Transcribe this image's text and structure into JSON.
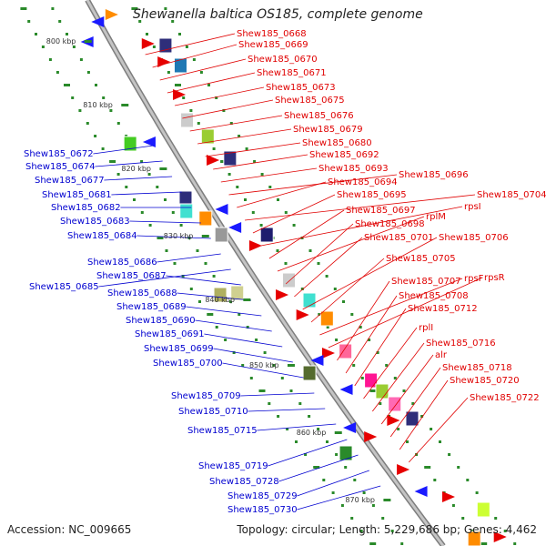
{
  "title": "Shewanella baltica OS185, complete genome",
  "footer": {
    "accession": "Accession: NC_009665",
    "summary": "Topology: circular; Length: 5,229,686 bp; Genes: 4,462"
  },
  "colors": {
    "backbone": "#a0a0a0",
    "forward_label": "#e00000",
    "reverse_label": "#0000d0",
    "dots": "#2a8a2a"
  },
  "ticks": [
    "800 kbp",
    "810 kbp",
    "820 kbp",
    "830 kbp",
    "840 kbp",
    "850 kbp",
    "860 kbp",
    "870 kbp"
  ],
  "forward_genes": [
    "Shew185_0668",
    "Shew185_0669",
    "Shew185_0670",
    "Shew185_0671",
    "Shew185_0673",
    "Shew185_0675",
    "Shew185_0676",
    "Shew185_0679",
    "Shew185_0680",
    "Shew185_0692",
    "Shew185_0693",
    "Shew185_0696",
    "Shew185_0694",
    "Shew185_0704",
    "Shew185_0695",
    "rpsI",
    "Shew185_0697",
    "rplM",
    "Shew185_0698",
    "Shew185_0701",
    "Shew185_0706",
    "Shew185_0705",
    "rpsF",
    "rpsR",
    "Shew185_0707",
    "Shew185_0708",
    "Shew185_0712",
    "rplI",
    "Shew185_0716",
    "alr",
    "Shew185_0718",
    "Shew185_0720",
    "Shew185_0722"
  ],
  "reverse_genes": [
    "Shew185_0672",
    "Shew185_0674",
    "Shew185_0677",
    "Shew185_0681",
    "Shew185_0682",
    "Shew185_0683",
    "Shew185_0684",
    "Shew185_0686",
    "Shew185_0685",
    "Shew185_0687",
    "Shew185_0688",
    "Shew185_0689",
    "Shew185_0690",
    "Shew185_0691",
    "Shew185_0699",
    "Shew185_0700",
    "Shew185_0709",
    "Shew185_0710",
    "Shew185_0715",
    "Shew185_0719",
    "Shew185_0728",
    "Shew185_0729",
    "Shew185_0730"
  ]
}
